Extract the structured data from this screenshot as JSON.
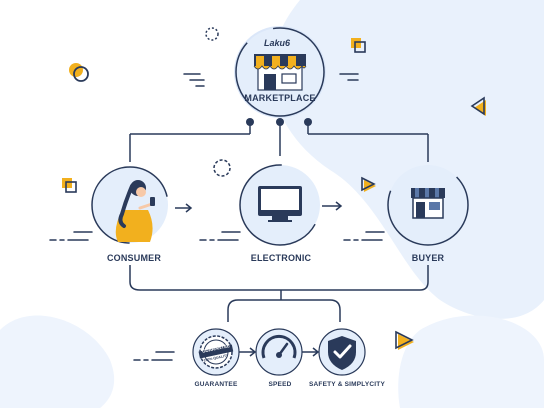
{
  "brand": {
    "name": "Laku6"
  },
  "nodes": {
    "marketplace": "MARKETPLACE",
    "consumer": "CONSUMER",
    "electronic": "ELECTRONIC",
    "buyer": "BUYER",
    "guarantee": "GUARANTEE",
    "speed": "SPEED",
    "safety": "SAFETY & SIMPLYCITY"
  },
  "badge": {
    "line1": "GUARANTEE",
    "line2": "100% QUALITY"
  },
  "colors": {
    "navy": "#2a3a5a",
    "accent": "#f2b01e",
    "circle_fill": "#e4eefb",
    "blob": "#e9f1fc"
  },
  "icons": [
    "store-icon",
    "person-phone-icon",
    "monitor-icon",
    "shop-icon",
    "badge-icon",
    "speedometer-icon",
    "shield-check-icon"
  ]
}
